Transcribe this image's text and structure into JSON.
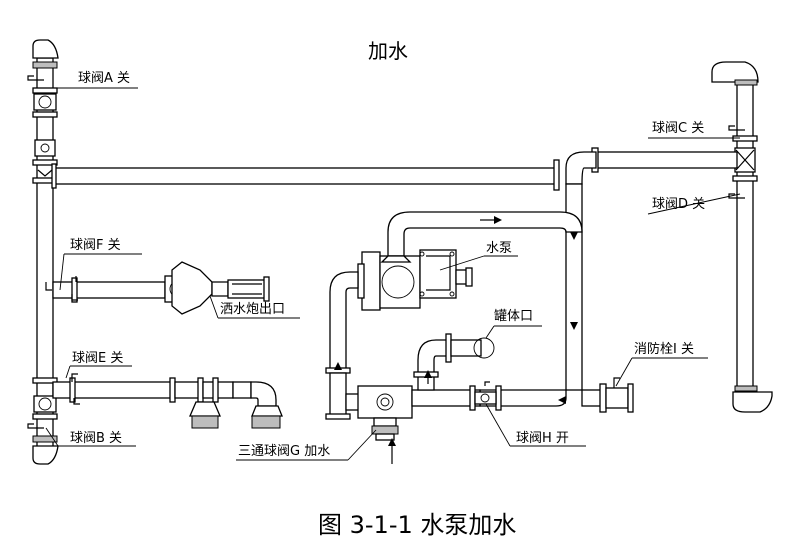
{
  "title": "加水",
  "caption": "图 3-1-1  水泵加水",
  "labels": {
    "valve_a": "球阀A 关",
    "valve_b": "球阀B 关",
    "valve_c": "球阀C 关",
    "valve_d": "球阀D 关",
    "valve_e": "球阀E 关",
    "valve_f": "球阀F 关",
    "valve_g": "三通球阀G 加水",
    "valve_h": "球阀H 开",
    "valve_i": "消防栓I 关",
    "pump": "水泵",
    "tank_port": "罐体口",
    "cannon_outlet": "洒水炮出口"
  },
  "colors": {
    "line": "#000000",
    "background": "#ffffff",
    "fill_gray": "#bdbdbd"
  }
}
